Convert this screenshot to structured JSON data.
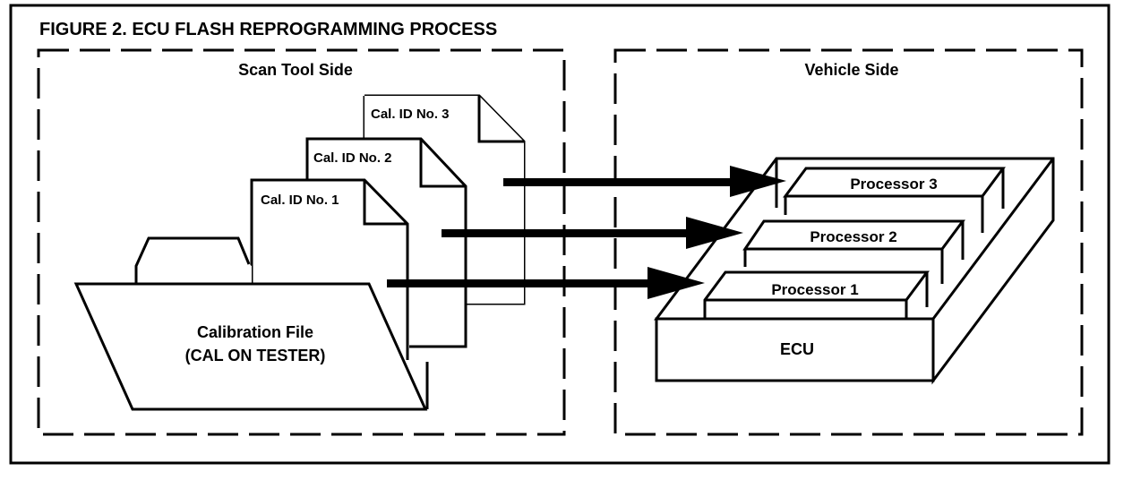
{
  "figure": {
    "title": "FIGURE 2.  ECU FLASH REPROGRAMMING PROCESS",
    "colors": {
      "ink": "#000000",
      "paper": "#ffffff"
    }
  },
  "scan_tool_side": {
    "label": "Scan Tool Side",
    "folder": {
      "line1": "Calibration File",
      "line2": "(CAL ON TESTER)"
    },
    "documents": [
      {
        "label": "Cal. ID No. 1"
      },
      {
        "label": "Cal. ID No. 2"
      },
      {
        "label": "Cal. ID No. 3"
      }
    ]
  },
  "vehicle_side": {
    "label": "Vehicle Side",
    "ecu_label": "ECU",
    "processors": [
      {
        "label": "Processor 1"
      },
      {
        "label": "Processor 2"
      },
      {
        "label": "Processor 3"
      }
    ]
  },
  "connections": [
    {
      "from": "Cal. ID No. 1",
      "to": "Processor 1"
    },
    {
      "from": "Cal. ID No. 2",
      "to": "Processor 2"
    },
    {
      "from": "Cal. ID No. 3",
      "to": "Processor 3"
    }
  ]
}
